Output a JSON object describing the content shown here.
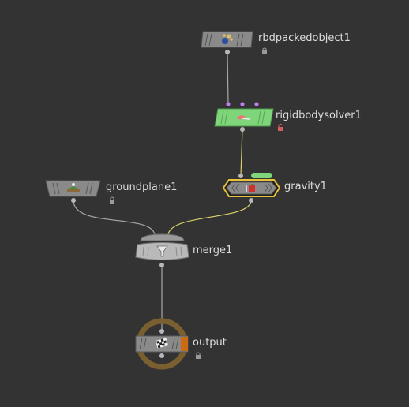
{
  "network": {
    "background": "#333333",
    "nodes": {
      "rbdpackedobject": {
        "name": "rbdpackedobject1",
        "lock": "locked",
        "icon": "rbd-packed-object-icon"
      },
      "rigidbodysolver": {
        "name": "rigidbodysolver1",
        "lock": "unlocked",
        "icon": "rigid-body-solver-icon",
        "color": "#7fd67a"
      },
      "groundplane": {
        "name": "groundplane1",
        "lock": "locked",
        "icon": "ground-plane-icon"
      },
      "gravity": {
        "name": "gravity1",
        "icon": "gravity-icon",
        "selected": true,
        "highlight": "#e8c23a"
      },
      "merge": {
        "name": "merge1",
        "icon": "funnel-icon"
      },
      "output": {
        "name": "output",
        "lock": "locked",
        "icon": "checker-flag-icon",
        "display_flag": true,
        "display_color": "#cc6a10"
      }
    },
    "wire_colors": {
      "default": "#a8a8a8",
      "selected": "#d8d26a"
    }
  }
}
